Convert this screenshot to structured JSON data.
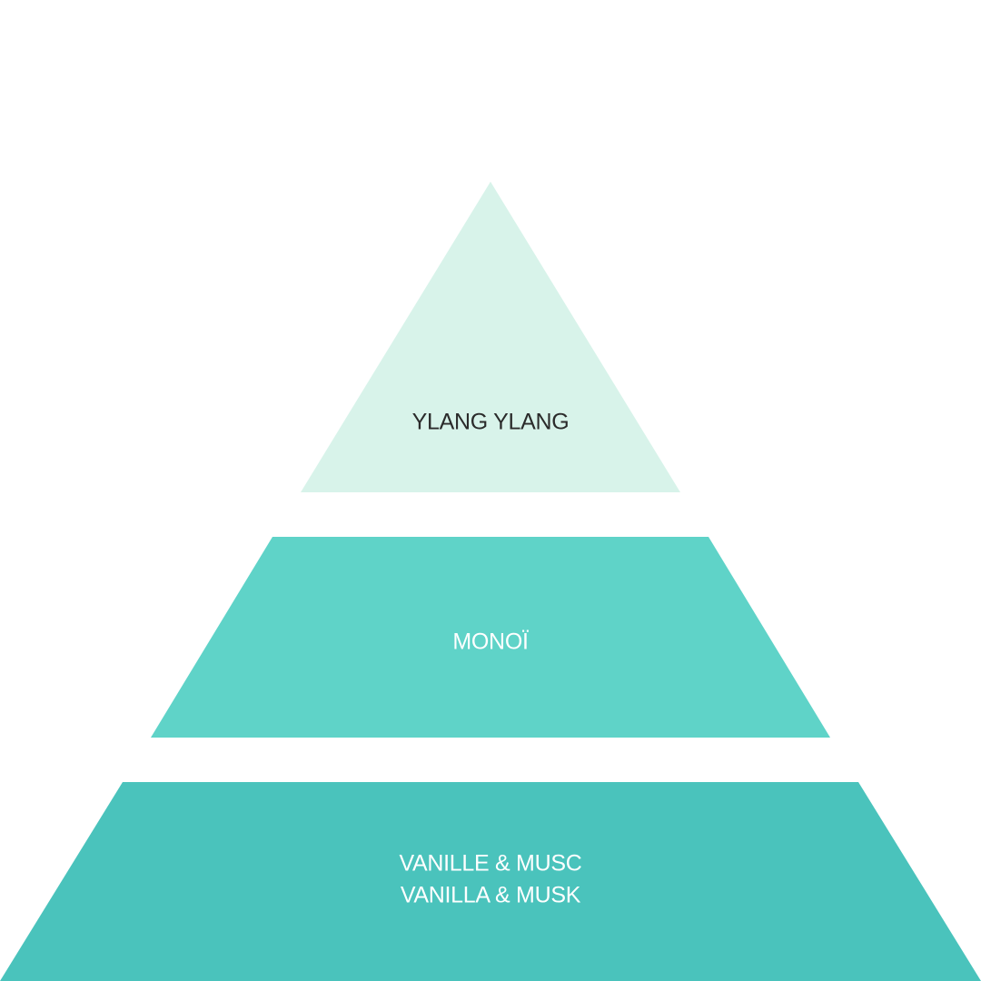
{
  "pyramid": {
    "top": {
      "label": "YLANG YLANG",
      "color": "#d8f3ea",
      "text_color": "#2b2b2b"
    },
    "middle": {
      "label": "MONOÏ",
      "color": "#5fd3c8",
      "text_color": "#ffffff"
    },
    "base": {
      "line1": "VANILLE & MUSC",
      "line2": "VANILLA & MUSK",
      "color": "#4ac3bc",
      "text_color": "#ffffff"
    }
  }
}
